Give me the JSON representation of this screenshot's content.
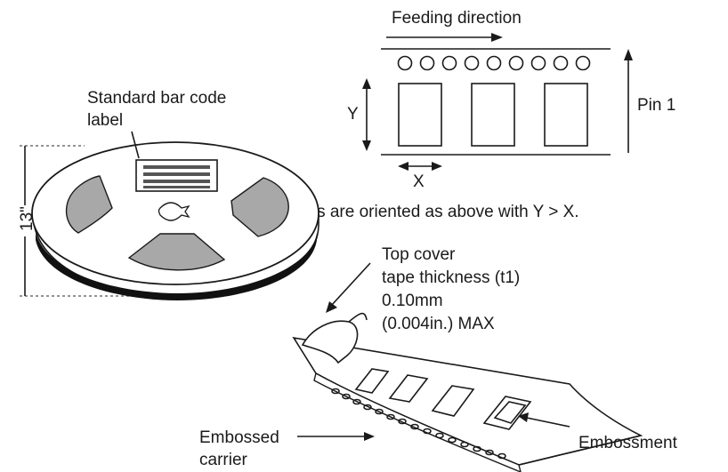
{
  "labels": {
    "feeding_direction": "Feeding direction",
    "pin1": "Pin 1",
    "y": "Y",
    "x": "X",
    "orientation_note": "Devices are oriented as above with Y > X.",
    "barcode_line1": "Standard bar code",
    "barcode_line2": "label",
    "reel_size": "13\"",
    "cover_line1": "Top cover",
    "cover_line2": "tape thickness (t1)",
    "cover_line3": "0.10mm",
    "cover_line4": "(0.004in.) MAX",
    "embossed_line1": "Embossed",
    "embossed_line2": "carrier",
    "embossment": "Embossment"
  },
  "colors": {
    "line": "#1a1a1a",
    "reel_cutout": "#a8a8a8",
    "tape_edge": "#111111"
  }
}
